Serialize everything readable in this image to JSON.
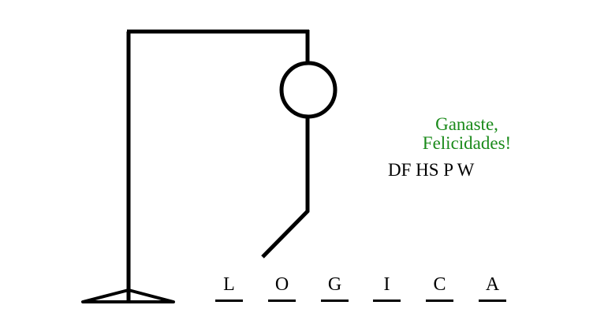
{
  "game": {
    "status_line1": "Ganaste,",
    "status_line2": "Felicidades!",
    "status_color": "#1a8a1a",
    "wrong_letters": "DF HS P W",
    "word_letters": [
      "L",
      "O",
      "G",
      "I",
      "C",
      "A"
    ],
    "line_color": "#000000"
  }
}
